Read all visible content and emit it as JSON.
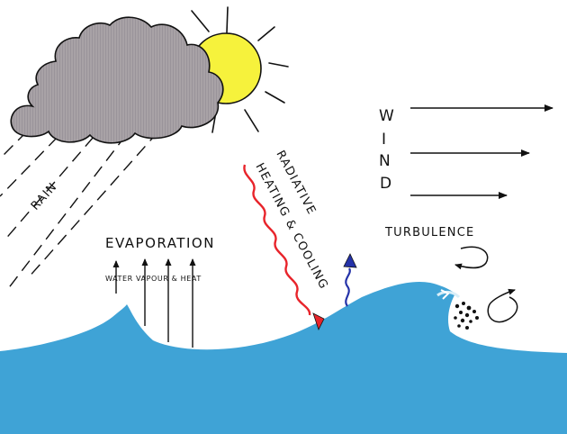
{
  "labels": {
    "rain": "RAIN",
    "evaporation": "EVAPORATION",
    "water_vapour_heat": "WATER VAPOUR & HEAT",
    "radiative_line1": "RADIATIVE",
    "radiative_line2": "HEATING & COOLING",
    "wind_letters": [
      "W",
      "I",
      "N",
      "D"
    ],
    "turbulence": "TURBULENCE"
  },
  "colors": {
    "sea": "#3fa3d6",
    "cloud": "#a8a2a6",
    "sun": "#f6f23c",
    "radiation_down": "#e8242b",
    "radiation_up": "#2432a8",
    "ink": "#111111"
  },
  "icons": [
    "cloud-icon",
    "sun-icon",
    "wave-icon"
  ]
}
